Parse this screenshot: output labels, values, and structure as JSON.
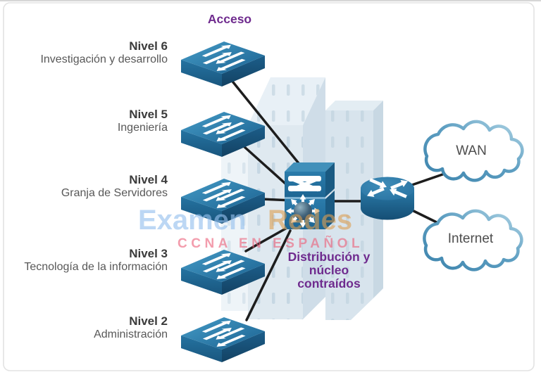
{
  "diagram": {
    "access_zone_label": "Acceso",
    "distribution_zone_label": {
      "line1": "Distribución y",
      "line2": "núcleo",
      "line3": "contraídos"
    },
    "access_levels": [
      {
        "name": "Nivel 6",
        "department": "Investigación y desarrollo"
      },
      {
        "name": "Nivel 5",
        "department": "Ingeniería"
      },
      {
        "name": "Nivel 4",
        "department": "Granja de Servidores"
      },
      {
        "name": "Nivel 3",
        "department": "Tecnología de la información"
      },
      {
        "name": "Nivel 2",
        "department": "Administración"
      }
    ],
    "clouds": [
      {
        "label": "WAN"
      },
      {
        "label": "Internet"
      }
    ],
    "icons": {
      "access_switches": "workgroup-switch-icon",
      "core_device": "multilayer-switch-icon",
      "edge_device": "router-icon",
      "background": "building-icon",
      "wan": "cloud-icon",
      "internet": "cloud-icon"
    },
    "colors": {
      "zone_label_purple": "#6f2b8e",
      "device_blue": "#2878a8",
      "cloud_stroke_blue": "#4e93bb",
      "link_line": "#1d1d1d",
      "building_fill": "#dfe9f0"
    }
  },
  "watermark": {
    "title_part1": "Examen",
    "title_part2": "Redes",
    "subtitle": "CCNA EN ESPAÑOL"
  }
}
